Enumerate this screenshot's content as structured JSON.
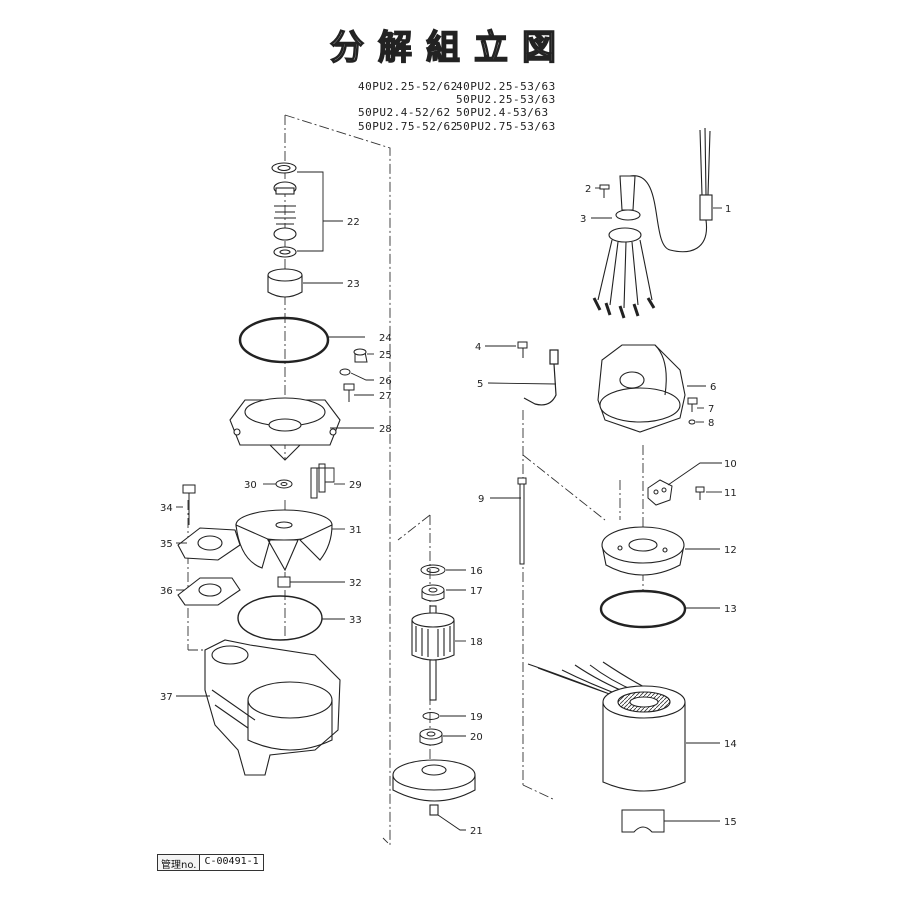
{
  "title": "分解組立図",
  "models": {
    "left": [
      "40PU2.25-52/62",
      "50PU2.4-52/62",
      "50PU2.75-52/62"
    ],
    "right": [
      "40PU2.25-53/63",
      "50PU2.25-53/63",
      "50PU2.4-53/63",
      "50PU2.75-53/63"
    ]
  },
  "part_numbers": [
    "1",
    "2",
    "3",
    "4",
    "5",
    "6",
    "7",
    "8",
    "9",
    "10",
    "11",
    "12",
    "13",
    "14",
    "15",
    "16",
    "17",
    "18",
    "19",
    "20",
    "21",
    "22",
    "23",
    "24",
    "25",
    "26",
    "27",
    "28",
    "29",
    "30",
    "31",
    "32",
    "33",
    "34",
    "35",
    "36",
    "37"
  ],
  "management": {
    "label": "管理no.",
    "value": "C-00491-1"
  }
}
